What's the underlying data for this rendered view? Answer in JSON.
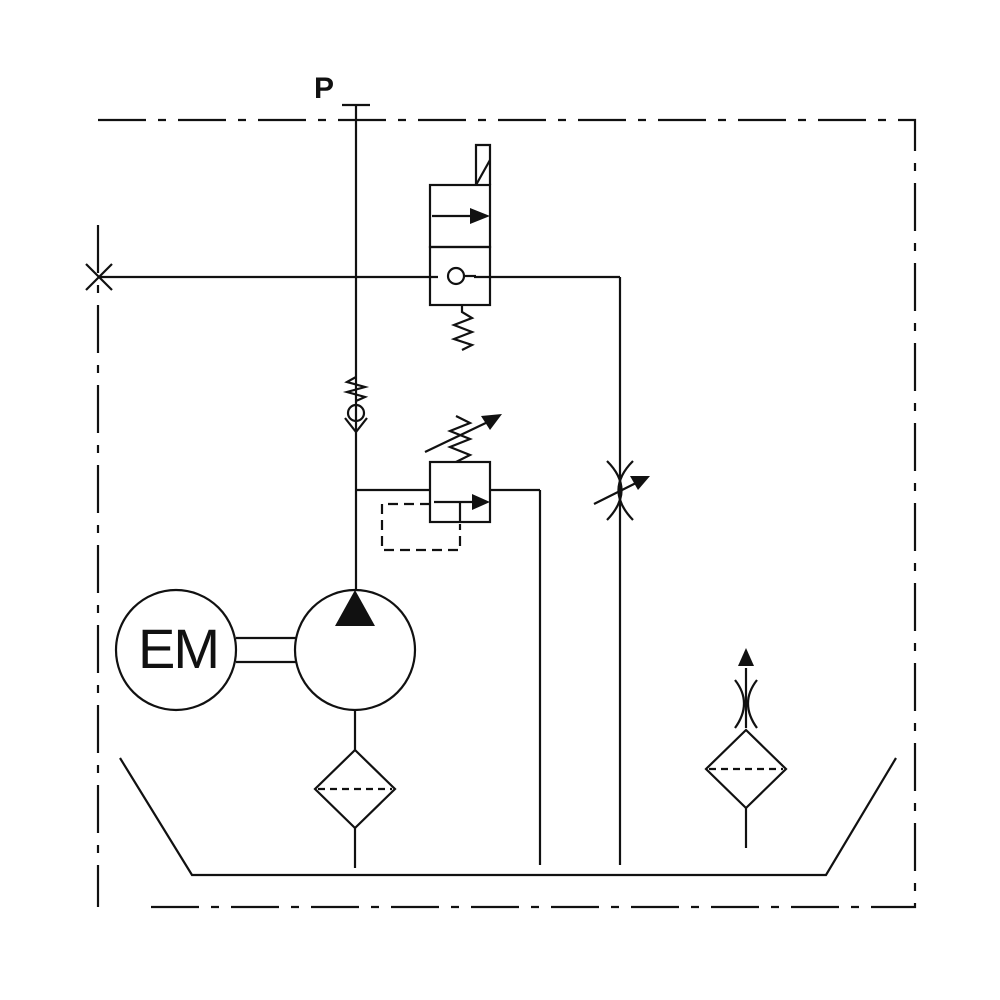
{
  "diagram": {
    "type": "hydraulic-schematic",
    "colors": {
      "line": "#111111",
      "background": "#ffffff"
    },
    "labels": {
      "pressure_port": "P",
      "electric_motor": "EM"
    },
    "components": [
      "pressure-port",
      "electric-motor",
      "hydraulic-pump",
      "check-valve",
      "pressure-relief-valve",
      "solenoid-directional-valve",
      "adjustable-throttle-valve",
      "suction-filter",
      "breather-filter",
      "reservoir",
      "power-unit-boundary"
    ]
  }
}
